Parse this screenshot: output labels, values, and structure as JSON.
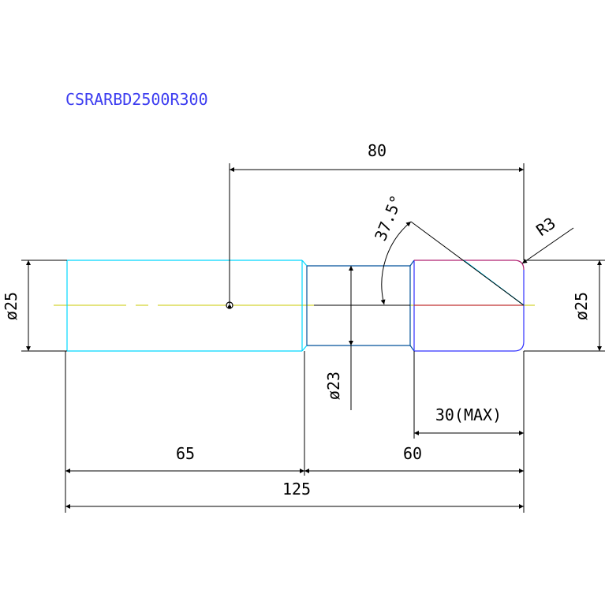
{
  "title": "CSRARBD2500R300",
  "dimensions": {
    "overall_length": "125",
    "shank_length": "65",
    "tip_length": "60",
    "offset_length": "80",
    "head_max": "30(MAX)",
    "angle": "37.5°",
    "radius": "R3",
    "dia_left": "ø25",
    "dia_right": "ø25",
    "dia_neck": "ø23"
  },
  "colors": {
    "dimension": "#000000",
    "shank_outline": "#00d8ff",
    "neck_outline": "#00509a",
    "head_outline": "#3030ff",
    "chamfer": "#b02070",
    "centerline": "#c8c800",
    "title": "#3c3cf0"
  }
}
